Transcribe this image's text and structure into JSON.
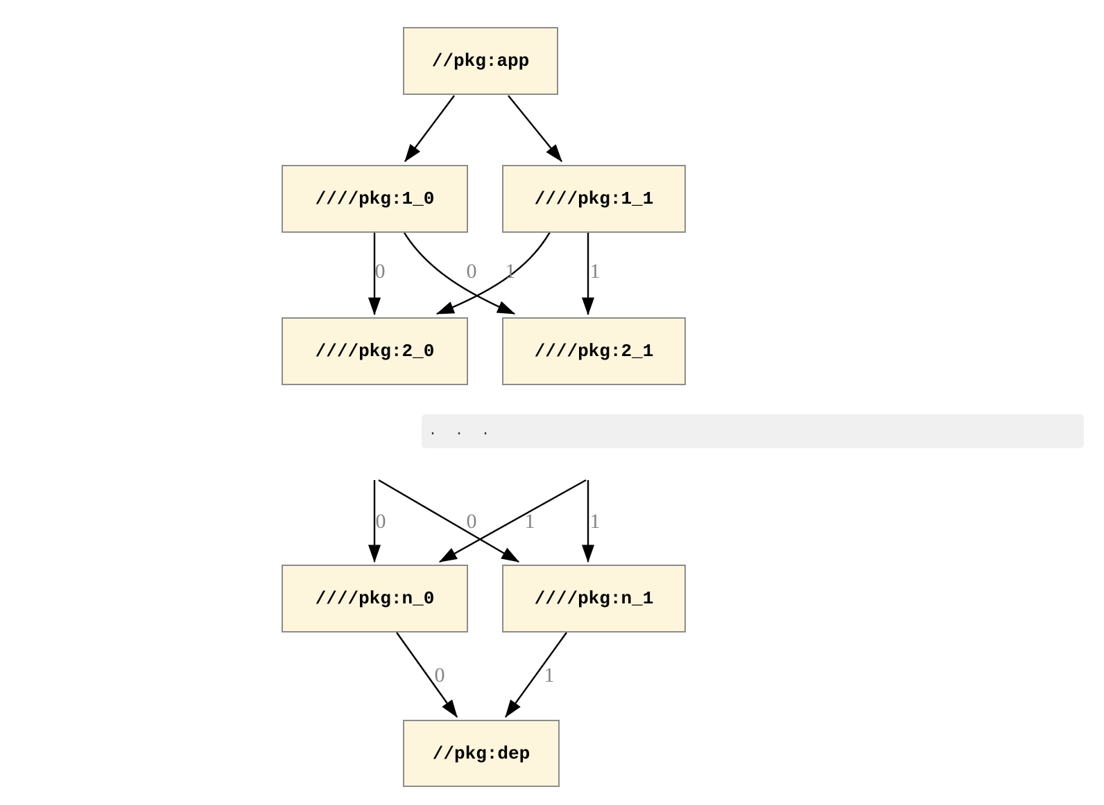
{
  "diagram": {
    "nodes": [
      {
        "id": "app",
        "label": "//pkg:app"
      },
      {
        "id": "1_0",
        "label": "////pkg:1_0"
      },
      {
        "id": "1_1",
        "label": "////pkg:1_1"
      },
      {
        "id": "2_0",
        "label": "////pkg:2_0"
      },
      {
        "id": "2_1",
        "label": "////pkg:2_1"
      },
      {
        "id": "n_0",
        "label": "////pkg:n_0"
      },
      {
        "id": "n_1",
        "label": "////pkg:n_1"
      },
      {
        "id": "dep",
        "label": "//pkg:dep"
      }
    ],
    "edges": [
      {
        "from": "//pkg:app",
        "to": "////pkg:1_0",
        "label": ""
      },
      {
        "from": "//pkg:app",
        "to": "////pkg:1_1",
        "label": ""
      },
      {
        "from": "////pkg:1_0",
        "to": "////pkg:2_0",
        "label": "0"
      },
      {
        "from": "////pkg:1_1",
        "to": "////pkg:2_0",
        "label": "0"
      },
      {
        "from": "////pkg:1_0",
        "to": "////pkg:2_1",
        "label": "1"
      },
      {
        "from": "////pkg:1_1",
        "to": "////pkg:2_1",
        "label": "1"
      },
      {
        "from": "...",
        "to": "////pkg:n_0",
        "label": "0"
      },
      {
        "from": "...",
        "to": "////pkg:n_0",
        "label": "0"
      },
      {
        "from": "...",
        "to": "////pkg:n_1",
        "label": "1"
      },
      {
        "from": "...",
        "to": "////pkg:n_1",
        "label": "1"
      },
      {
        "from": "////pkg:n_0",
        "to": "//pkg:dep",
        "label": "0"
      },
      {
        "from": "////pkg:n_1",
        "to": "//pkg:dep",
        "label": "1"
      }
    ],
    "ellipsis": ". . ."
  },
  "colors": {
    "node_fill": "#FDF5DC",
    "node_border": "#8C8C8C",
    "edge_stroke": "#000000",
    "edge_label": "#848484",
    "band_background": "#F0F0F0",
    "band_text": "#333333",
    "page_background": "#FFFFFF"
  }
}
